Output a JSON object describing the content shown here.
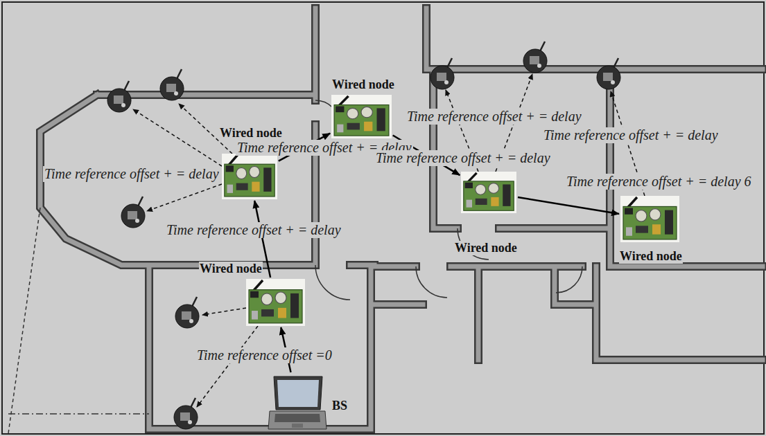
{
  "diagram": {
    "nodes": [
      {
        "text": [
          "BS"
        ]
      },
      {
        "text": [
          "Wired node"
        ]
      },
      {
        "text": [
          "Wired node"
        ]
      },
      {
        "text": [
          "Wired node"
        ]
      },
      {
        "text": [
          "Wired node"
        ]
      },
      {
        "text": [
          "Wired node"
        ]
      }
    ],
    "edges": [
      {
        "from": 0,
        "to": 1,
        "arrow": "to"
      },
      {
        "from": 1,
        "to": 2,
        "arrow": "to"
      },
      {
        "from": 2,
        "to": 3,
        "arrow": "to"
      },
      {
        "from": 3,
        "to": 4,
        "arrow": "to"
      },
      {
        "from": 4,
        "to": 5,
        "arrow": "to"
      }
    ],
    "labels": [
      "Time reference offset + = delay",
      "Time reference offset + = delay",
      "Time reference offset + = delay",
      "Time reference offset + = delay",
      "Time reference offset + = delay",
      "Time reference offset + = delay 6",
      "Time reference offset + = delay",
      "Time reference offset =0"
    ]
  }
}
